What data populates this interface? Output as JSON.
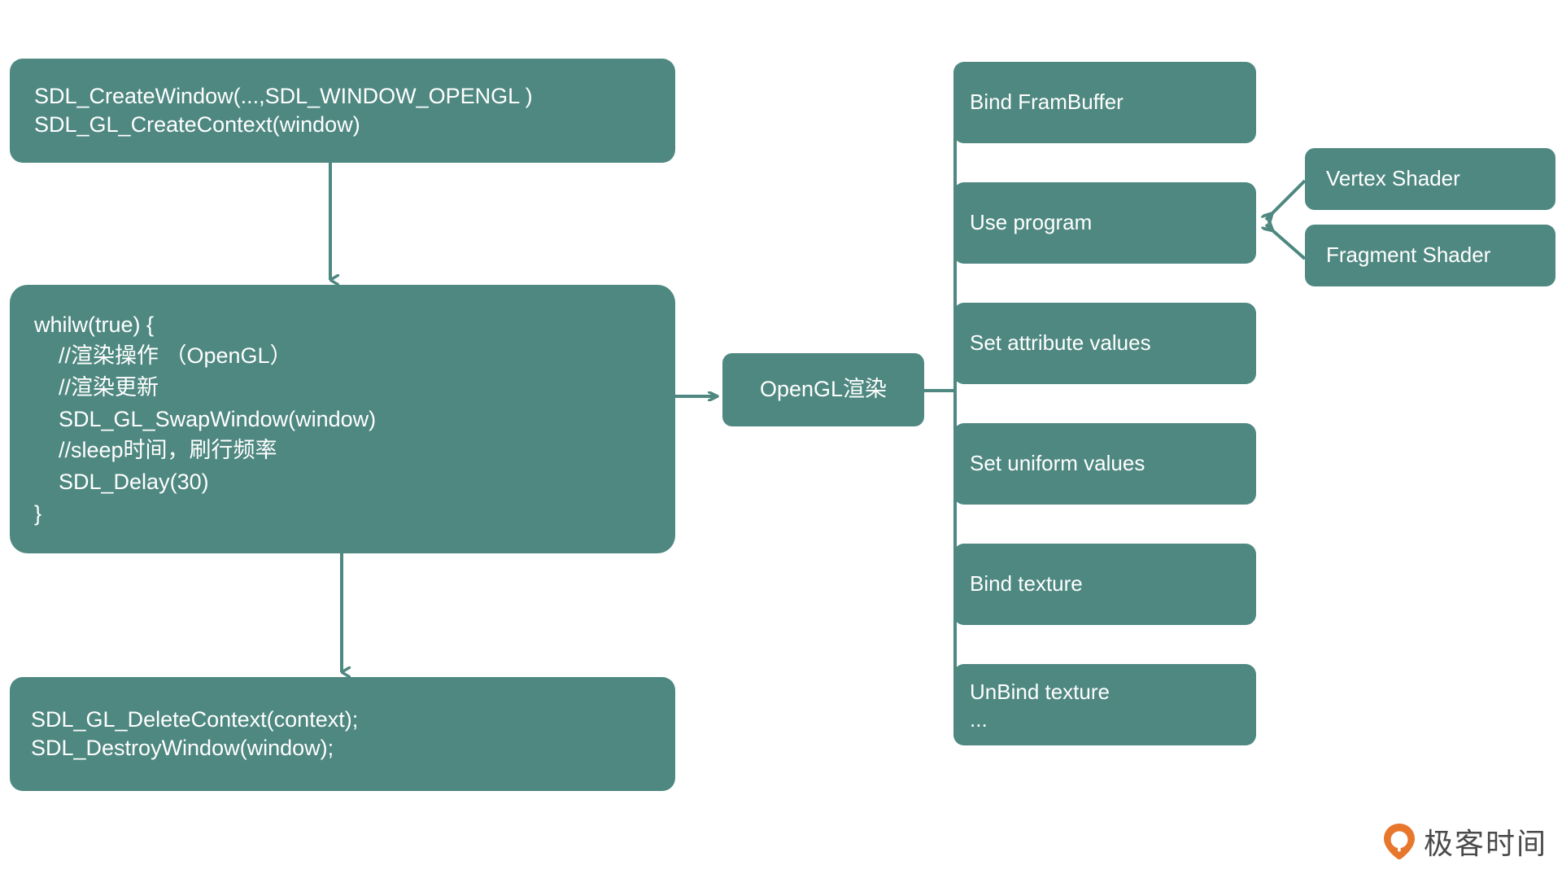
{
  "theme": {
    "node_fill": "#4E8880",
    "node_text": "#FFFFFF",
    "connector": "#4E8880",
    "background": "#FFFFFF",
    "watermark_accent": "#E8772E",
    "watermark_text_color": "#4A4A4A"
  },
  "left_flow": {
    "create": {
      "lines": [
        "SDL_CreateWindow(...,SDL_WINDOW_OPENGL )",
        "SDL_GL_CreateContext(window)"
      ]
    },
    "loop": {
      "lines": [
        "whilw(true) {",
        "    //渲染操作 （OpenGL）",
        "    //渲染更新",
        "    SDL_GL_SwapWindow(window)",
        "    //sleep时间，刷行频率",
        "    SDL_Delay(30)",
        "}"
      ]
    },
    "destroy": {
      "lines": [
        "SDL_GL_DeleteContext(context);",
        "SDL_DestroyWindow(window);"
      ]
    }
  },
  "render_node": {
    "label": "OpenGL渲染"
  },
  "pipeline_steps": [
    {
      "id": "framebuffer",
      "lines": [
        "Bind FramBuffer"
      ]
    },
    {
      "id": "use-program",
      "lines": [
        "Use program"
      ]
    },
    {
      "id": "set-attribute-values",
      "lines": [
        "Set attribute values"
      ]
    },
    {
      "id": "set-uniform-values",
      "lines": [
        "Set uniform values"
      ]
    },
    {
      "id": "bind-texture",
      "lines": [
        "Bind texture"
      ]
    },
    {
      "id": "unbind-texture",
      "lines": [
        "UnBind texture",
        "..."
      ]
    }
  ],
  "shaders": [
    {
      "id": "vertex-shader",
      "label": "Vertex Shader"
    },
    {
      "id": "fragment-shader",
      "label": "Fragment Shader"
    }
  ],
  "watermark": {
    "text": "极客时间",
    "icon": "location-pin-icon"
  }
}
